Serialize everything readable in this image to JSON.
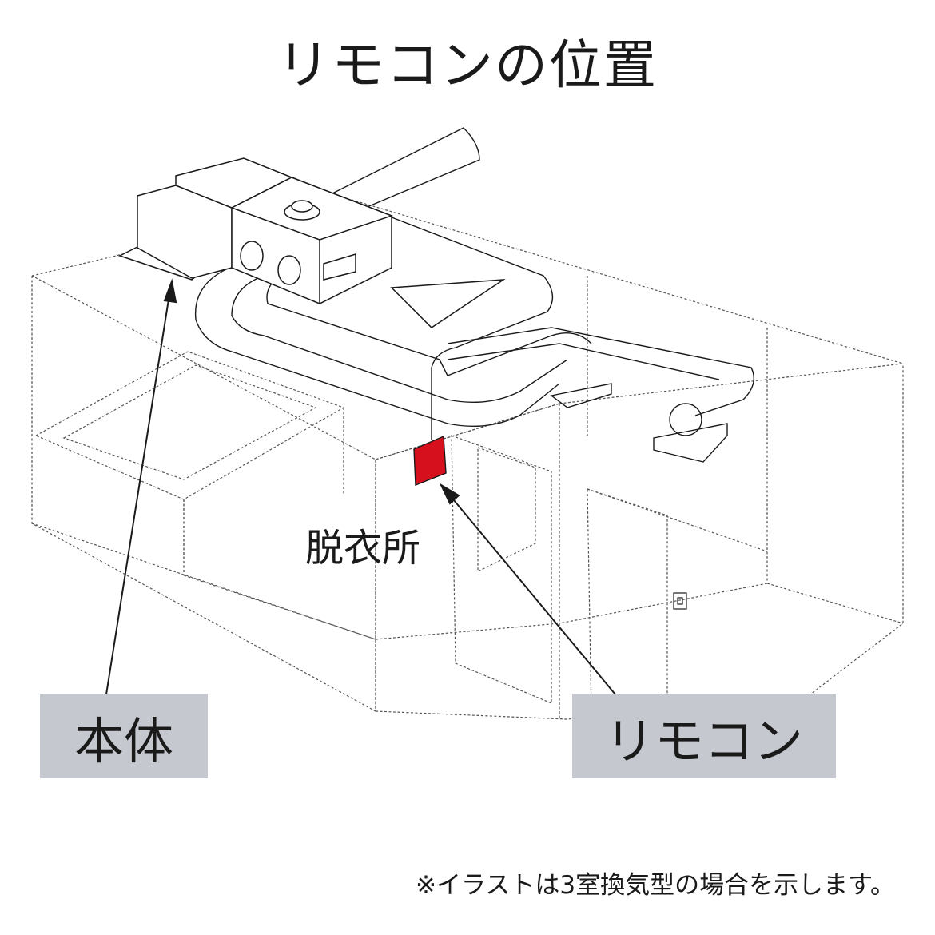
{
  "title": "リモコンの位置",
  "labels": {
    "body": "本体",
    "remote": "リモコン",
    "room": "脱衣所"
  },
  "note": "※イラストは3室換気型の場合を示します。",
  "colors": {
    "label_background": "#c5c9cf",
    "remote_fill": "#d6101c",
    "line": "#1a1a1a",
    "hidden_line": "#555555"
  }
}
